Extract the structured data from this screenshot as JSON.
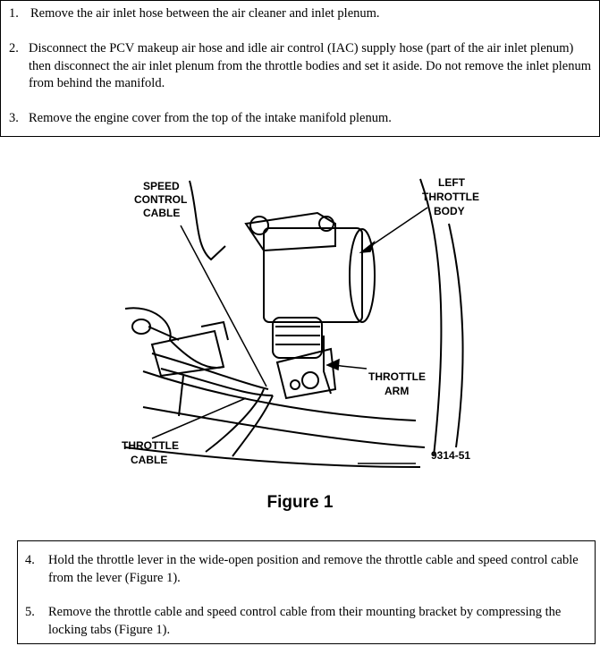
{
  "top_steps": [
    {
      "num": "1.",
      "text": "Remove the air inlet hose between the air cleaner and inlet plenum."
    },
    {
      "num": "2.",
      "text": "Disconnect the PCV makeup air hose and idle air control (IAC) supply hose (part of the air inlet plenum) then disconnect the air inlet plenum from the throttle bodies and set it aside. Do not remove the inlet plenum from behind the manifold."
    },
    {
      "num": "3.",
      "text": "Remove the engine cover from the top of the intake manifold plenum."
    }
  ],
  "figure": {
    "labels": {
      "speed_control_1": "SPEED",
      "speed_control_2": "CONTROL",
      "speed_control_3": "CABLE",
      "left_throttle_1": "LEFT",
      "left_throttle_2": "THROTTLE",
      "left_throttle_3": "BODY",
      "throttle_arm_1": "THROTTLE",
      "throttle_arm_2": "ARM",
      "throttle_cable_1": "THROTTLE",
      "throttle_cable_2": "CABLE",
      "figure_code": "9314-51"
    },
    "caption": "Figure 1"
  },
  "bottom_steps": [
    {
      "num": "4.",
      "text": "Hold the throttle lever in the wide-open position and remove the throttle cable and speed control cable from the lever (Figure 1)."
    },
    {
      "num": "5.",
      "text": "Remove the throttle cable and speed control cable from their mounting bracket by compressing the locking tabs (Figure 1)."
    }
  ]
}
